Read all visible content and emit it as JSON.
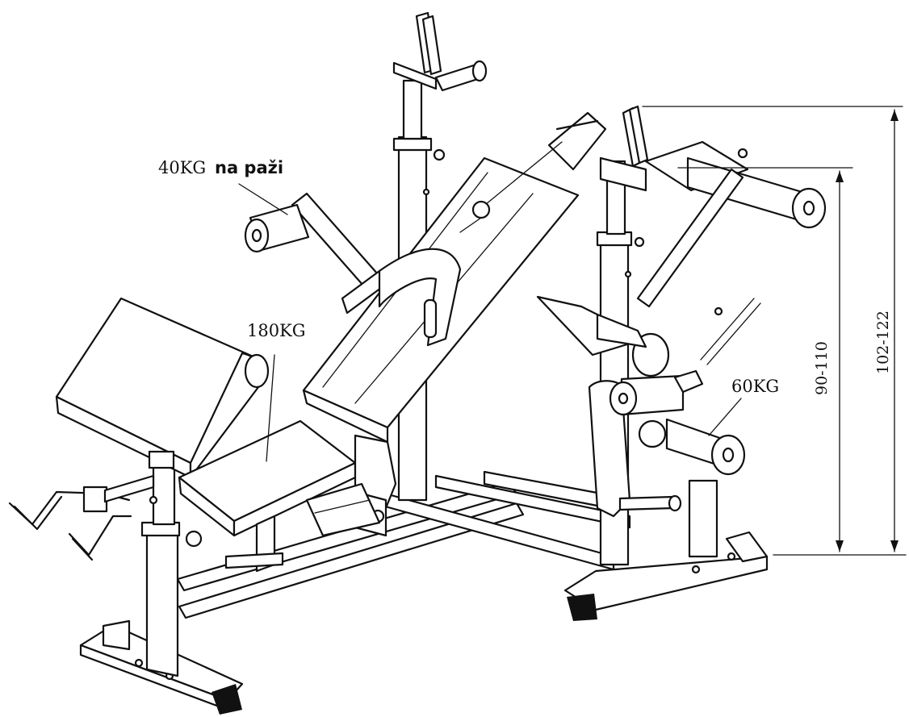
{
  "labels": {
    "arm_weight": "40KG",
    "arm_note": "na paži",
    "seat_weight": "180KG",
    "leg_weight": "60KG"
  },
  "dimensions": {
    "inner_height": "90-110",
    "outer_height": "102-122"
  },
  "colors": {
    "line": "#111111",
    "background": "#ffffff"
  }
}
